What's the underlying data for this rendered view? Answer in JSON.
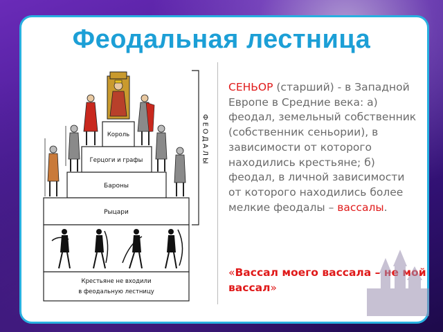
{
  "slide": {
    "title": "Феодальная лестница",
    "definition": {
      "term": "СЕНЬОР",
      "body": " (старший) - в Западной Европе в Средние века: а) феодал, земельный собственник (собственник сеньории), в зависимости от которого находились крестьяне; б) феодал, в личной зависимости от которого находились более мелкие феодалы – ",
      "vassals_word": "вассалы",
      "end": "."
    },
    "quote": {
      "open_mark": "«",
      "text": "Вассал моего вассала – не мой вассал",
      "close_mark": "»"
    }
  },
  "ladder": {
    "levels": [
      "Король",
      "Герцоги и графы",
      "Бароны",
      "Рыцари"
    ],
    "peasants_caption_line1": "Крестьяне не входили",
    "peasants_caption_line2": "в феодальную лестницу",
    "side_label": "ФЕОДАЛЫ",
    "colors": {
      "armor": "#8a8a8a",
      "red_cloak": "#c8281e",
      "gold": "#c99a2e",
      "line": "#222222"
    }
  },
  "theme": {
    "accent_blue": "#1c9fd6",
    "red": "#e01a1a",
    "text_gray": "#6a6a6a",
    "background": "#3a1580"
  }
}
